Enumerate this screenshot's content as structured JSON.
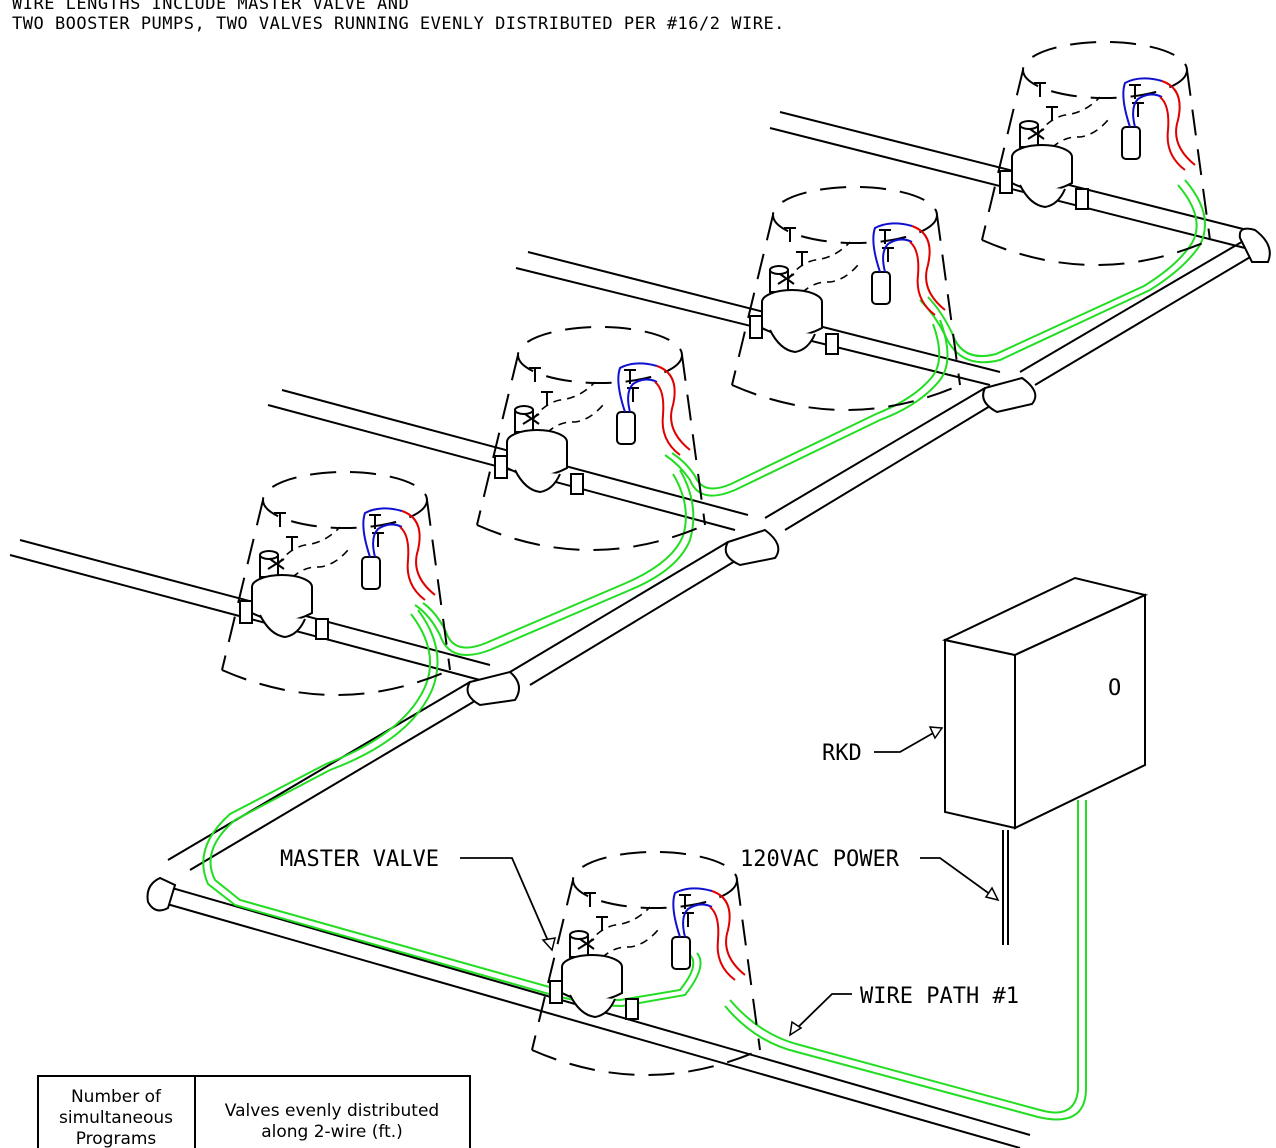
{
  "notes": {
    "line1": "WIRE LENGTHS INCLUDE MASTER VALVE AND",
    "line2": "TWO BOOSTER PUMPS, TWO VALVES RUNNING EVENLY DISTRIBUTED PER #16/2 WIRE."
  },
  "labels": {
    "rkd": "RKD",
    "master_valve": "MASTER VALVE",
    "power": "120VAC POWER",
    "wire_path": "WIRE PATH #1",
    "box_knob": "O"
  },
  "table": {
    "col1": [
      "Number of",
      "simultaneous",
      "Programs"
    ],
    "col2": [
      "Valves evenly distributed",
      "along 2-wire (ft.)"
    ]
  },
  "colors": {
    "wire_green": "#22dd22",
    "wire_red": "#e00000",
    "wire_blue": "#1010d0",
    "line": "#000000"
  }
}
